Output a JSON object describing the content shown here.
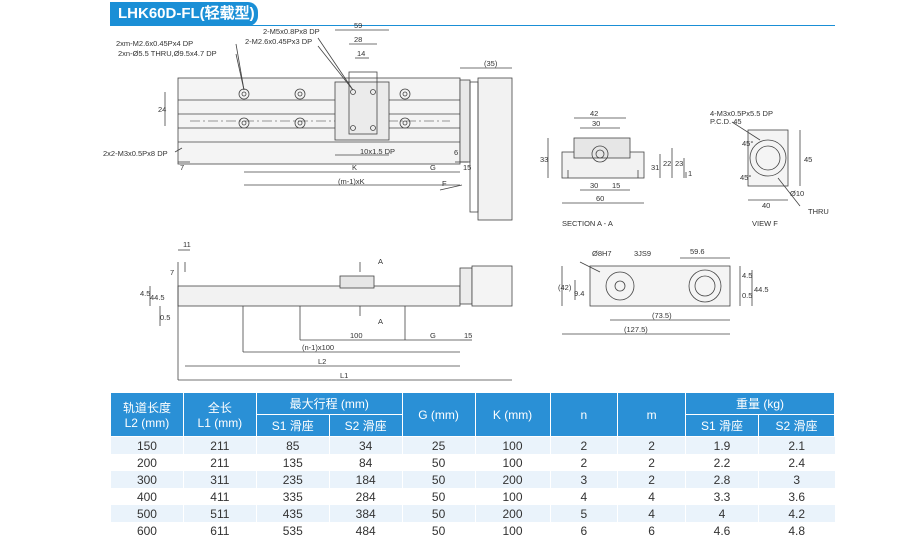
{
  "title": "LHK60D-FL(轻载型)",
  "drawing": {
    "callouts": [
      "2xm-M2.6x0.45Px4 DP",
      "2xn-Ø5.5 THRU,Ø9.5x4.7 DP",
      "2-M5x0.8Px8 DP",
      "2-M2.6x0.45Px3 DP",
      "2x2-M3x0.5Px8 DP",
      "4-M3x0.5Px5.5 DP",
      "P.C.D. 45",
      "3JS9",
      "10x1.5 DP"
    ],
    "dims": [
      "59",
      "28",
      "14",
      "24",
      "7",
      "K",
      "G",
      "6",
      "15",
      "(m-1)xK",
      "F",
      "(35)",
      "42",
      "30",
      "33",
      "22",
      "23",
      "31",
      "1",
      "30",
      "15",
      "60",
      "45",
      "45°",
      "45°",
      "40",
      "Ø10",
      "THRU",
      "11",
      "4.5",
      "44.5",
      "0.5",
      "A",
      "A",
      "100",
      "G",
      "15",
      "(n-1)x100",
      "L2",
      "L1",
      "7",
      "Ø8H7",
      "59.6",
      "(42)",
      "9.4",
      "4.5",
      "0.5",
      "44.5",
      "(73.5)",
      "(127.5)"
    ],
    "section_label": "SECTION A - A",
    "view_label": "VIEW F"
  },
  "table": {
    "headers": {
      "rail_length": [
        "轨道长度",
        "L2 (mm)"
      ],
      "total_length": [
        "全长",
        "L1 (mm)"
      ],
      "max_stroke": "最大行程 (mm)",
      "s1": "S1 滑座",
      "s2": "S2 滑座",
      "g": "G (mm)",
      "k": "K (mm)",
      "n": "n",
      "m": "m",
      "weight": "重量 (kg)",
      "w_s1": "S1 滑座",
      "w_s2": "S2 滑座"
    },
    "rows": [
      [
        "150",
        "211",
        "85",
        "34",
        "25",
        "100",
        "2",
        "2",
        "1.9",
        "2.1"
      ],
      [
        "200",
        "211",
        "135",
        "84",
        "50",
        "100",
        "2",
        "2",
        "2.2",
        "2.4"
      ],
      [
        "300",
        "311",
        "235",
        "184",
        "50",
        "200",
        "3",
        "2",
        "2.8",
        "3"
      ],
      [
        "400",
        "411",
        "335",
        "284",
        "50",
        "100",
        "4",
        "4",
        "3.3",
        "3.6"
      ],
      [
        "500",
        "511",
        "435",
        "384",
        "50",
        "200",
        "5",
        "4",
        "4",
        "4.2"
      ],
      [
        "600",
        "611",
        "535",
        "484",
        "50",
        "100",
        "6",
        "6",
        "4.6",
        "4.8"
      ]
    ]
  }
}
